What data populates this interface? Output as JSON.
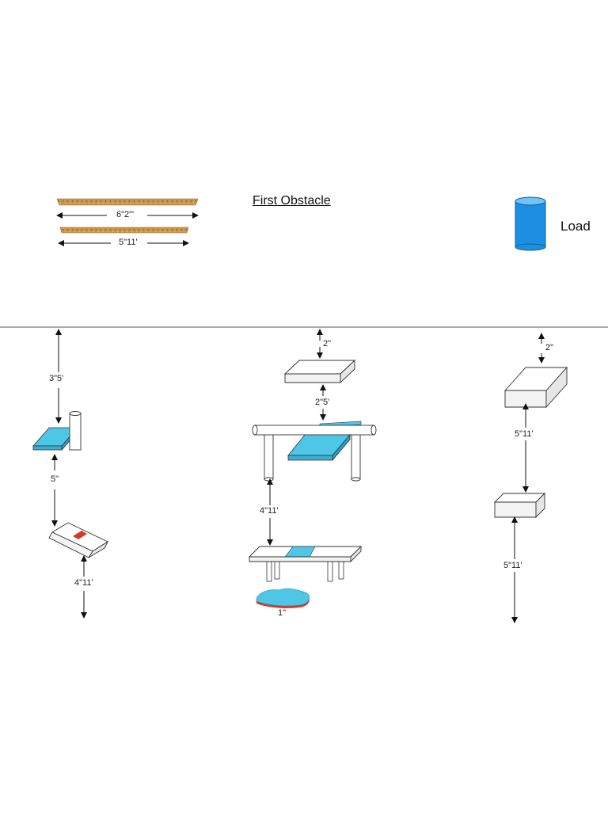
{
  "header": {
    "title": "First Obstacle",
    "load_label": "Load"
  },
  "rods": {
    "long_length": "6\"2\"'",
    "short_length": "5\"11'"
  },
  "left_column": {
    "top_gap": "3\"5'",
    "middle_gap": "5\"",
    "bottom_gap": "4\"11'"
  },
  "middle_column": {
    "top_gap": "2\"",
    "block_gap": "2\"5'",
    "table_gap": "4\"11'",
    "puddle_height": "1\""
  },
  "right_column": {
    "top_gap": "2\"",
    "block_gap": "5\"11'",
    "bottom_gap": "5\"11'"
  },
  "colors": {
    "wood": "#c9964f",
    "water": "#4ec6e6",
    "load_blue": "#1d8fe0",
    "marker_red": "#d33a2a"
  }
}
